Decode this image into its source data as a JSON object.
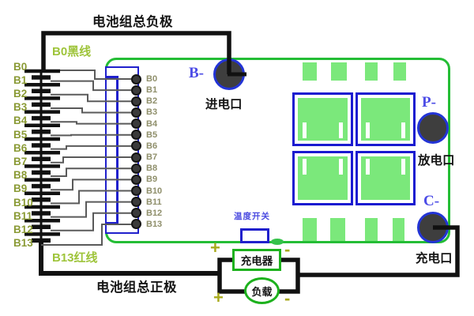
{
  "titles": {
    "top": "电池组总负极",
    "bottom": "电池组总正极"
  },
  "battery": {
    "wire_label_top": "B0黑线",
    "wire_label_bottom": "B13红线",
    "cell_labels": [
      "B0",
      "B1",
      "B2",
      "B3",
      "B4",
      "B5",
      "B6",
      "B7",
      "B8",
      "B9",
      "B10",
      "B11",
      "B12",
      "B13"
    ]
  },
  "connector": {
    "pin_labels": [
      "B0",
      "B1",
      "B2",
      "B3",
      "B4",
      "B5",
      "B6",
      "B7",
      "B8",
      "B9",
      "B10",
      "B11",
      "B12",
      "B13"
    ]
  },
  "ports": {
    "b_minus": {
      "label": "B-",
      "caption": "进电口"
    },
    "p_minus": {
      "label": "P-",
      "caption": "放电口"
    },
    "c_minus": {
      "label": "C-",
      "caption": "充电口"
    }
  },
  "temp_switch": {
    "label": "温度开关"
  },
  "charger": {
    "label": "充电器"
  },
  "load": {
    "label": "负载"
  },
  "signs": {
    "plus": "+",
    "minus": "-"
  },
  "colors": {
    "board_outline_green": "#24bd35",
    "component_green": "#7be87b",
    "accent_green": "#1db11d",
    "mosfet_blue": "#1a1ad0",
    "connector_blue": "#2020cc",
    "port_label_blue": "#4c4ce6",
    "temp_label_blue": "#4a4ae0",
    "port_fill_gray": "#3e3e3e",
    "sense_wire_gray": "#5a5a5a",
    "power_wire_black": "#111111",
    "battery_label_olive": "#8a9a35",
    "wire_tag_green": "#9ec43a",
    "sign_olive": "#a8aa1c"
  }
}
